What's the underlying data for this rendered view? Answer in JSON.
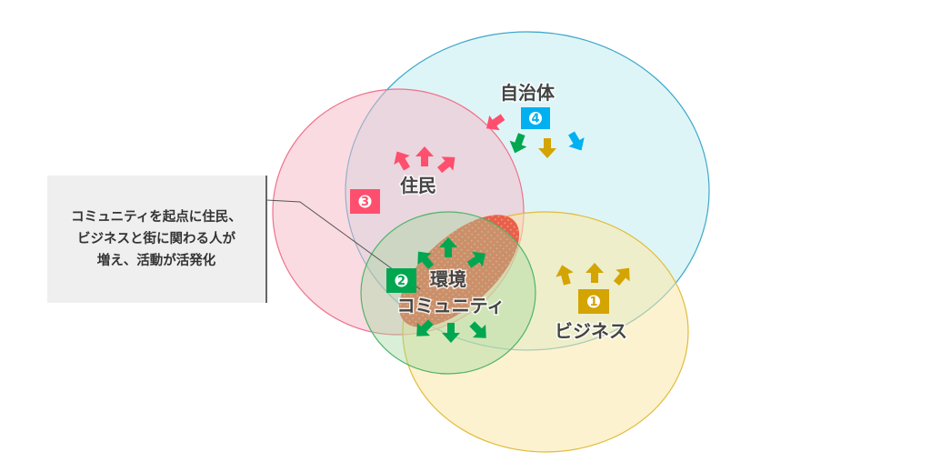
{
  "circles": {
    "government": {
      "label": "自治体",
      "badge": "4",
      "color": "#00b0f0"
    },
    "residents": {
      "label": "住民",
      "badge": "3",
      "color": "#ff4f6e"
    },
    "business": {
      "label": "ビジネス",
      "badge": "1",
      "color": "#d4a400"
    },
    "community": {
      "label_line1": "環境",
      "label_line2": "コミュニティ",
      "badge": "2",
      "color": "#00a650"
    }
  },
  "callout": {
    "lines": [
      "コミュニティを起点に住民、",
      "ビジネスと街に関わる人が",
      "増え、活動が活発化"
    ]
  }
}
